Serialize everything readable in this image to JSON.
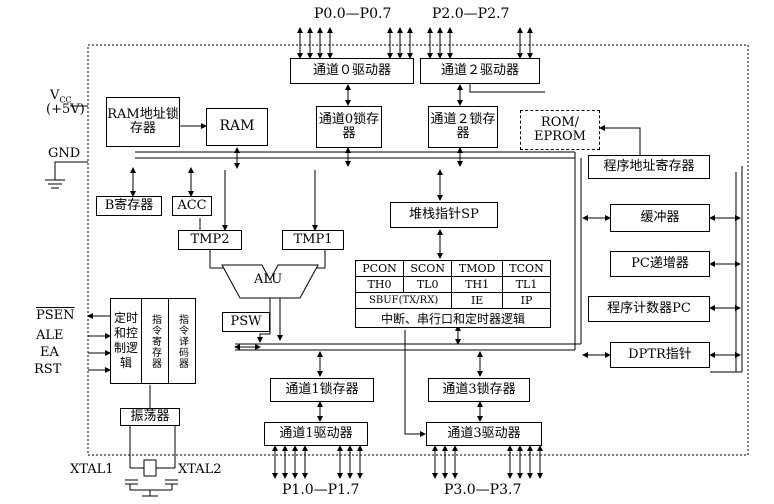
{
  "ports": {
    "p0": "P0.0—P0.7",
    "p2": "P2.0—P2.7",
    "p1": "P1.0—P1.7",
    "p3": "P3.0—P3.7"
  },
  "power": {
    "vcc": "V",
    "vcc_sub": "CC",
    "vcc_value": "(+5V)",
    "gnd": "GND"
  },
  "blocks": {
    "ch0_driver": "通道０驱动器",
    "ch2_driver": "通道２驱动器",
    "ram_addr_latch": "RAM地址锁存器",
    "ram": "RAM",
    "ch0_latch": "通道0锁存器",
    "ch2_latch": "通道２锁存器",
    "rom": "ROM/ EPROM",
    "prog_addr_reg": "程序地址寄存器",
    "b_reg": "B寄存器",
    "acc": "ACC",
    "sp": "堆栈指针SP",
    "buffer": "缓冲器",
    "tmp2": "TMP2",
    "tmp1": "TMP1",
    "alu": "ALU",
    "pc_inc": "PC递增器",
    "pc": "程序计数器PC",
    "psw": "PSW",
    "dptr": "DPTR指针",
    "timing_ctrl": "定时和控制逻辑",
    "instr_reg": "指令寄存器",
    "instr_dec": "指令译码器",
    "ch1_latch": "通道1锁存器",
    "ch3_latch": "通道3锁存器",
    "ch1_driver": "通道1驱动器",
    "ch3_driver": "通道3驱动器",
    "oscillator": "振荡器"
  },
  "sfr_table": {
    "rows": [
      [
        "PCON",
        "SCON",
        "TMOD",
        "TCON"
      ],
      [
        "TH0",
        "TL0",
        "TH1",
        "TL1"
      ],
      [
        "SBUF(TX/RX)",
        "",
        "IE",
        "IP"
      ]
    ],
    "footer": "中断、串行口和定时器逻辑"
  },
  "control_signals": {
    "psen": "PSEN",
    "ale": "ALE",
    "ea": "EA",
    "rst": "RST"
  },
  "crystal": {
    "xtal1": "XTAL1",
    "xtal2": "XTAL2"
  }
}
